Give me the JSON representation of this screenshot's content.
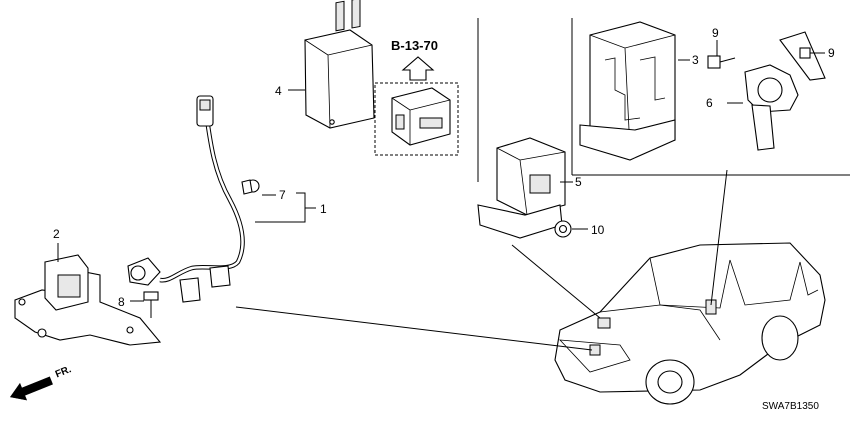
{
  "callouts": {
    "c1": "1",
    "c2": "2",
    "c3": "3",
    "c4": "4",
    "c5": "5",
    "c6": "6",
    "c7": "7",
    "c8": "8",
    "c9a": "9",
    "c9b": "9",
    "c10": "10"
  },
  "reference": {
    "label": "B-13-70"
  },
  "diagram_code": "SWA7B1350",
  "direction": {
    "label": "FR."
  }
}
